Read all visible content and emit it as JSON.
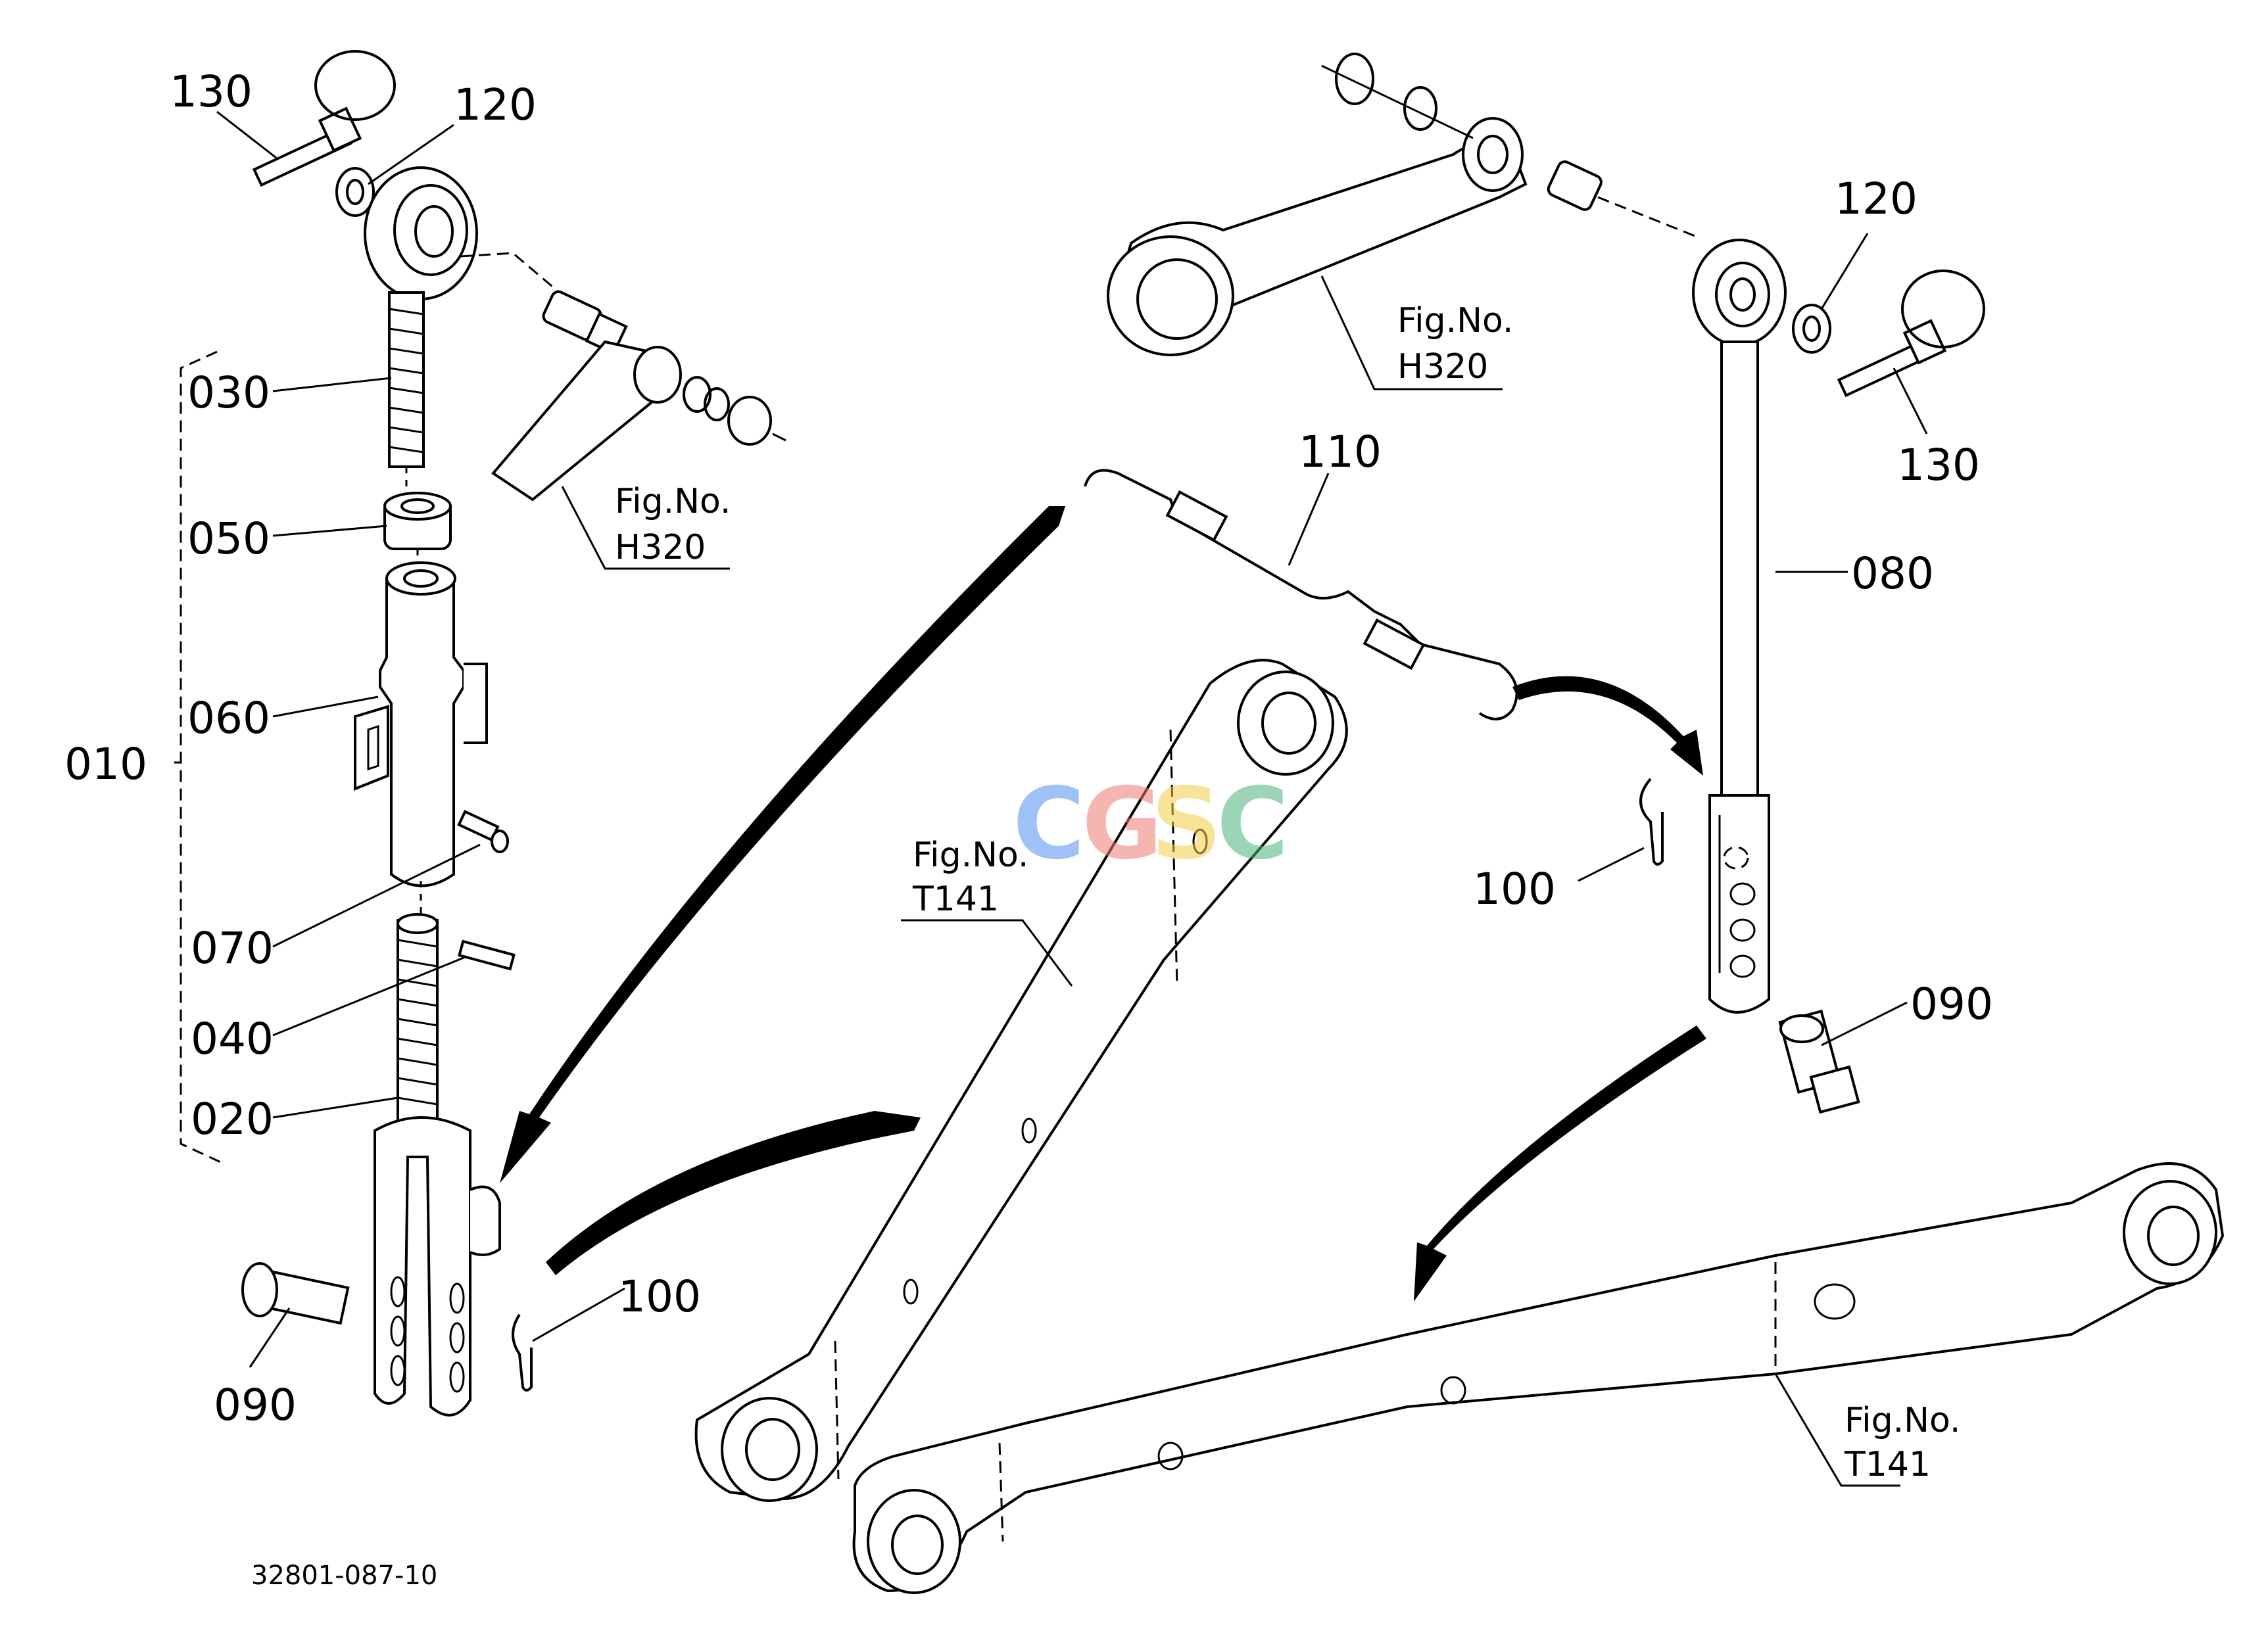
{
  "labels": {
    "p130_left": "130",
    "p120_left": "120",
    "p030": "030",
    "p050": "050",
    "p060": "060",
    "p010": "010",
    "p070": "070",
    "p040": "040",
    "p020": "020",
    "p090_left": "090",
    "p100_left": "100",
    "p110": "110",
    "p120_right": "120",
    "p130_right": "130",
    "p080": "080",
    "p100_right": "100",
    "p090_right": "090"
  },
  "figure_refs": {
    "h320_left": {
      "line1": "Fig.No.",
      "line2": "H320"
    },
    "h320_right": {
      "line1": "Fig.No.",
      "line2": "H320"
    },
    "t141_mid": {
      "line1": "Fig.No.",
      "line2": "T141"
    },
    "t141_right": {
      "line1": "Fig.No.",
      "line2": "T141"
    }
  },
  "drawing_code": "32801-087-10",
  "watermark": {
    "letters": [
      "C",
      "G",
      "S",
      "C"
    ],
    "colors": [
      "#4f8ff0",
      "#ee7b73",
      "#f5cd45",
      "#4db37a"
    ]
  }
}
